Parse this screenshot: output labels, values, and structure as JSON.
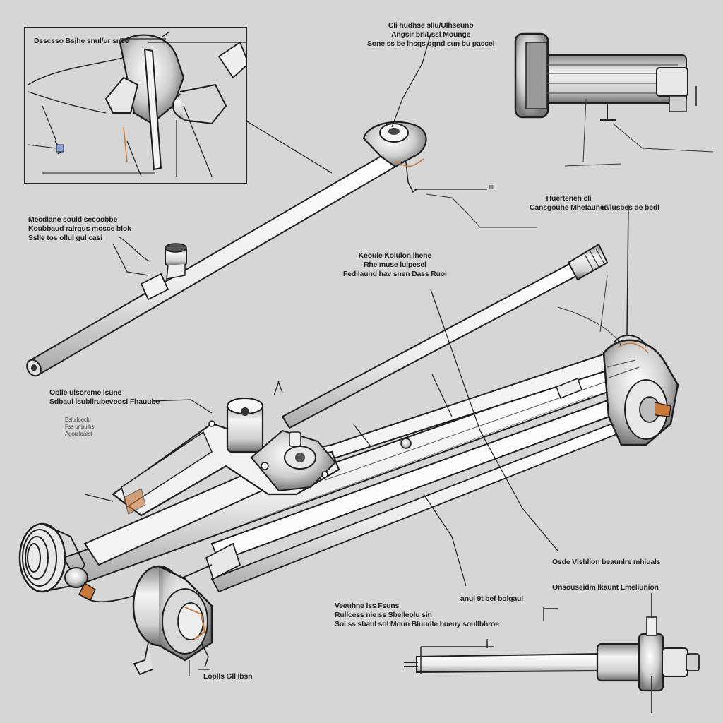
{
  "colors": {
    "background": "#d6d6d6",
    "line": "#1e1e1e",
    "metal_light": "#f3f3f3",
    "metal_shade": "#9a9a9a",
    "accent_orange": "#c9783a"
  },
  "labels": {
    "inset_caption": "Dsscsso Bsjhe snul/ur snee",
    "top_center": [
      "Cli hudhse sllu/Ulhseunb",
      "Angsir brl/Lssl Mounge",
      "Sone ss be lhsgs ognd sun bu paccel"
    ],
    "left_mid": [
      "Mecdlane sould secoobbe",
      "Koubbaud ralrgus mosce blok",
      "Sslle tos ollul gul casi"
    ],
    "right_mid": [
      "Huerteneh cli",
      "Cansgouhe Mhefaunes",
      "ul/lusbes de bedl"
    ],
    "center_mid": [
      "Keoule Kolulon lhene",
      "Rhe muse lulpesel",
      "Fedilaund hav snen Dass Ruoi"
    ],
    "left_lower": [
      "Oblle ulsoreme lsune",
      "Sdbaul lsubllrubevoosl Fhauube"
    ],
    "left_lower_small": [
      "Bslu loeclu",
      "Fss ur bulhs",
      "Agou loarst"
    ],
    "right_lower_1": "Osde Vlshlion beaunlre mhiuals",
    "right_lower_2": "Onsouseidm lkaunt Lmeliunion",
    "bottom_mid_right": "anul 9t bef bolgaul",
    "bottom_mid": [
      "Veeuhne Iss Fsuns",
      "Rullcess nie ss Sbelleolu sin",
      "Sol ss sbaul sol Moun Bluudle bueuy soullbhroe"
    ],
    "bottom_left": "Loplls Gll Ibsn",
    "small_mark": "Illl"
  }
}
